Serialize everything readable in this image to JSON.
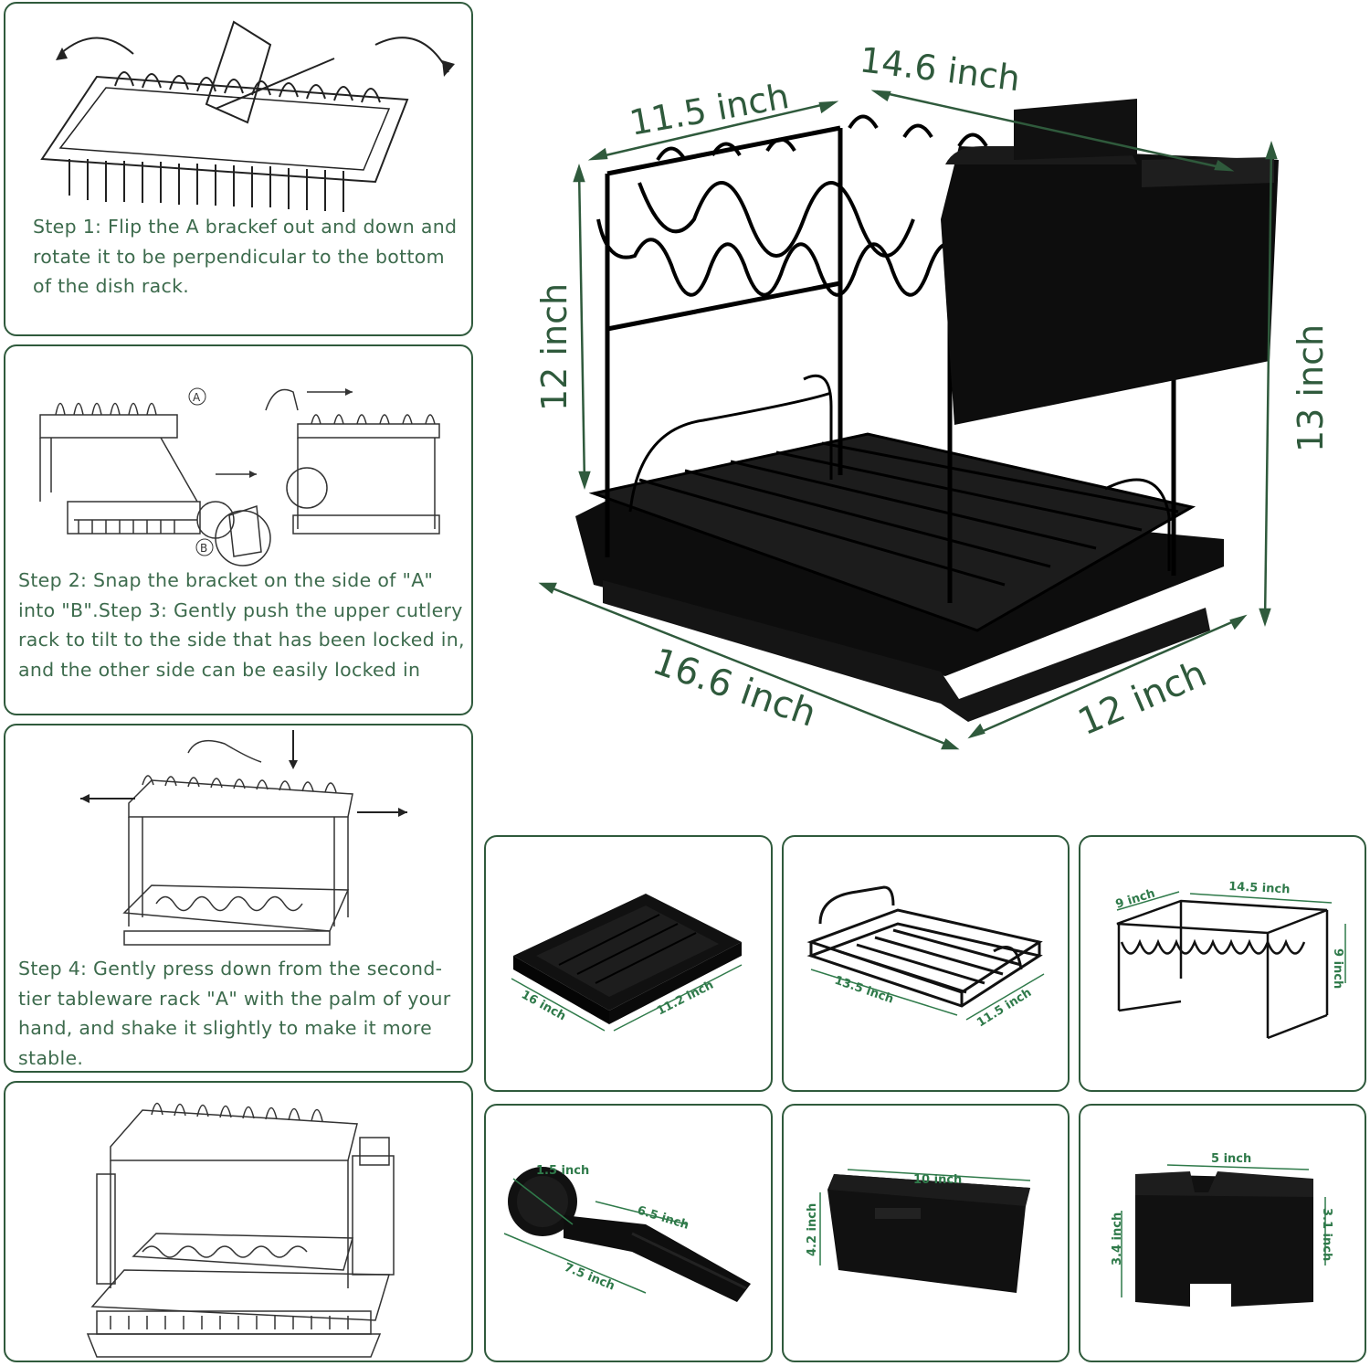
{
  "steps": [
    {
      "text": "Step 1: Flip the A brackef out and down and rotate it to be perpendicular to the bottom of the dish rack."
    },
    {
      "text": "Step 2: Snap the bracket on the side of \"A\" into \"B\".Step 3: Gently push the upper cutlery rack to tilt to the side that has been locked in, and the other side can be easily locked in"
    },
    {
      "text": "Step 4: Gently press down from the second-tier tableware rack \"A\" with the palm of your hand, and shake it slightly to make it more stable."
    },
    {
      "text": ""
    }
  ],
  "diagram_labels": {
    "a": "A",
    "b": "B"
  },
  "main_dimensions": {
    "top_left": "11.5 inch",
    "top_right": "14.6 inch",
    "left_height": "12 inch",
    "right_height": "13 inch",
    "bottom_left": "16.6 inch",
    "bottom_right": "12 inch"
  },
  "parts": [
    {
      "name": "drip-tray",
      "dims": [
        "16 inch",
        "11.2 inch"
      ]
    },
    {
      "name": "bottom-rack",
      "dims": [
        "13.5 inch",
        "11.5 inch"
      ]
    },
    {
      "name": "top-rack",
      "dims": [
        "9 inch",
        "14.5 inch",
        "9 inch"
      ]
    },
    {
      "name": "spout",
      "dims": [
        "1.5 inch",
        "6.5 inch",
        "7.5 inch"
      ]
    },
    {
      "name": "cup-holder",
      "dims": [
        "10 inch",
        "4.2 inch"
      ]
    },
    {
      "name": "knife-holder",
      "dims": [
        "5 inch",
        "3.4 inch",
        "3.1 inch"
      ]
    }
  ],
  "colors": {
    "accent": "#2f5a3c",
    "product": "#111111"
  }
}
